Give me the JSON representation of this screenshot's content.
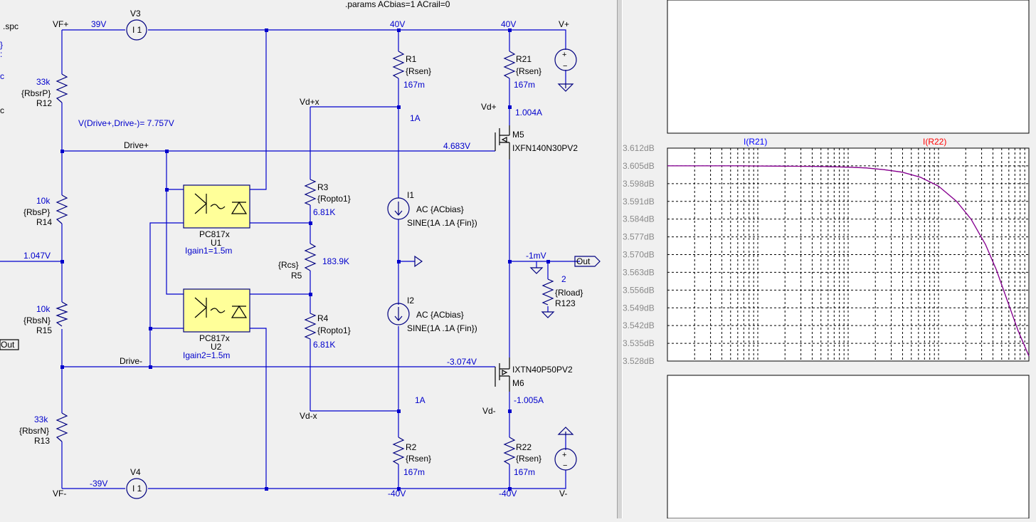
{
  "schematic": {
    "params": ".params ACbias=1 ACrail=0",
    "left_edge": [
      ".spc",
      "}",
      ":",
      "c",
      "c"
    ],
    "nodes": {
      "vf_plus": "VF+",
      "vf_minus": "VF-",
      "v_plus": "V+",
      "v_minus": "V-",
      "drive_plus": "Drive+",
      "drive_minus": "Drive-",
      "vd_plus_x": "Vd+x",
      "vd_minus_x": "Vd-x",
      "vd_plus": "Vd+",
      "vd_minus": "Vd-",
      "out": "Out",
      "out_left": "Out"
    },
    "voltages": {
      "v39": "39V",
      "vm39": "-39V",
      "v40a": "40V",
      "v40b": "40V",
      "vm40a": "-40V",
      "vm40b": "-40V",
      "v1047": "1.047V",
      "v4683": "4.683V",
      "vm3074": "-3.074V",
      "vm1mv": "-1mV"
    },
    "currents": {
      "i1a_top": "1A",
      "i1a_bot": "1A",
      "i1004": "1.004A",
      "im1005": "-1.005A"
    },
    "drive_meas": "V(Drive+,Drive-)=   7.757V",
    "components": {
      "v3": "V3",
      "v4": "V4",
      "i1src_v3": "I 1",
      "i1src_v4": "I 1",
      "r12_val": "33k",
      "r12_param": "{RbsrP}",
      "r12_name": "R12",
      "r14_val": "10k",
      "r14_param": "{RbsP}",
      "r14_name": "R14",
      "r15_val": "10k",
      "r15_param": "{RbsN}",
      "r15_name": "R15",
      "r13_val": "33k",
      "r13_param": "{RbsrN}",
      "r13_name": "R13",
      "u1_part": "PC817x",
      "u1_name": "U1",
      "u1_gain": "Igain1=1.5m",
      "u2_part": "PC817x",
      "u2_name": "U2",
      "u2_gain": "Igain2=1.5m",
      "r3_name": "R3",
      "r3_param": "{Ropto1}",
      "r3_val": "6.81K",
      "r5_param": "{Rcs}",
      "r5_name": "R5",
      "r5_val": "183.9K",
      "r4_name": "R4",
      "r4_param": "{Ropto1}",
      "r4_val": "6.81K",
      "r1_name": "R1",
      "r1_param": "{Rsen}",
      "r1_val": "167m",
      "r2_name": "R2",
      "r2_param": "{Rsen}",
      "r2_val": "167m",
      "r21_name": "R21",
      "r21_param": "{Rsen}",
      "r21_val": "167m",
      "r22_name": "R22",
      "r22_param": "{Rsen}",
      "r22_val": "167m",
      "i1_name": "I1",
      "i1_ac": "AC {ACbias}",
      "i1_sine": "SINE(1A .1A {Fin})",
      "i2_name": "I2",
      "i2_ac": "AC {ACbias}",
      "i2_sine": "SINE(1A .1A {Fin})",
      "m5_name": "M5",
      "m5_part": "IXFN140N30PV2",
      "m6_name": "M6",
      "m6_part": "IXTN40P50PV2",
      "r123_val": "2",
      "r123_param": "{Rload}",
      "r123_name": "R123"
    }
  },
  "plot": {
    "traces": [
      {
        "name": "I(R21)",
        "color": "#0000ff"
      },
      {
        "name": "I(R22)",
        "color": "#ff0000"
      }
    ],
    "y_ticks": [
      "3.612dB",
      "3.605dB",
      "3.598dB",
      "3.591dB",
      "3.584dB",
      "3.577dB",
      "3.570dB",
      "3.563dB",
      "3.556dB",
      "3.549dB",
      "3.542dB",
      "3.535dB",
      "3.528dB"
    ],
    "curve_color": "#8b008b",
    "chart_data": {
      "type": "line",
      "ylim": [
        3.528,
        3.612
      ],
      "x_log_frac": [
        0.0,
        0.1,
        0.2,
        0.3,
        0.4,
        0.5,
        0.55,
        0.6,
        0.65,
        0.7,
        0.75,
        0.8,
        0.84,
        0.88,
        0.91,
        0.94,
        0.97,
        1.0
      ],
      "series": [
        {
          "name": "I(R21)",
          "values": [
            3.605,
            3.605,
            3.605,
            3.6049,
            3.6048,
            3.6045,
            3.6042,
            3.6035,
            3.6025,
            3.6005,
            3.597,
            3.591,
            3.584,
            3.574,
            3.564,
            3.552,
            3.54,
            3.53
          ]
        },
        {
          "name": "I(R22)",
          "values": [
            3.605,
            3.605,
            3.605,
            3.6049,
            3.6048,
            3.6045,
            3.6042,
            3.6035,
            3.6025,
            3.6005,
            3.597,
            3.591,
            3.584,
            3.574,
            3.564,
            3.552,
            3.54,
            3.53
          ]
        }
      ]
    }
  }
}
